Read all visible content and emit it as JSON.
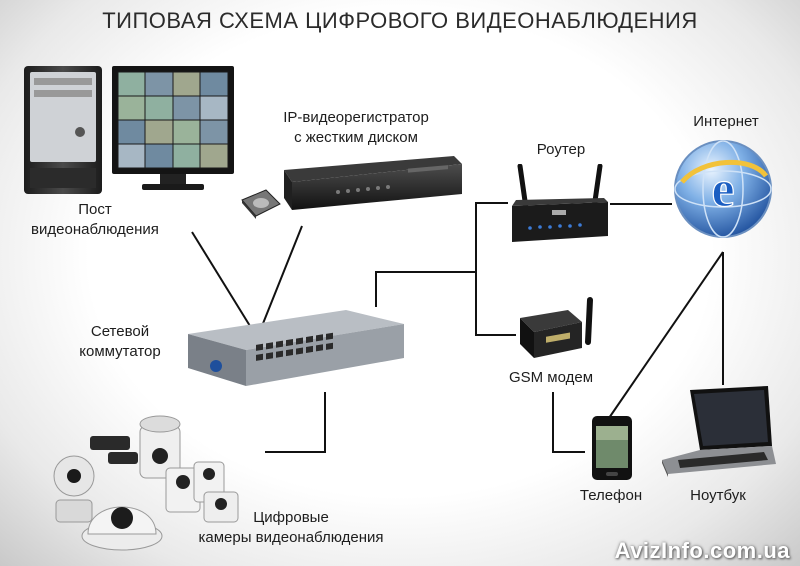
{
  "title": "ТИПОВАЯ СХЕМА ЦИФРОВОГО ВИДЕОНАБЛЮДЕНИЯ",
  "labels": {
    "post_line1": "Пост",
    "post_line2": "видеонаблюдения",
    "recorder_line1": "IP-видеорегистратор",
    "recorder_line2": "с жестким диском",
    "router": "Роутер",
    "internet": "Интернет",
    "switch_line1": "Сетевой",
    "switch_line2": "коммутатор",
    "gsm": "GSM модем",
    "phone": "Телефон",
    "laptop": "Ноутбук",
    "cameras_line1": "Цифровые",
    "cameras_line2": "камеры видеонаблюдения"
  },
  "watermark": "AvizInfo.com.ua",
  "icons": {
    "pc": "desktop-pc-icon",
    "monitor": "monitor-icon",
    "hdd": "hard-disk-icon",
    "recorder": "video-recorder-icon",
    "router": "router-icon",
    "internet": "internet-globe-icon",
    "switch": "network-switch-icon",
    "gsm": "gsm-modem-icon",
    "phone": "phone-icon",
    "laptop": "laptop-icon",
    "cameras": "ip-cameras-icon"
  }
}
